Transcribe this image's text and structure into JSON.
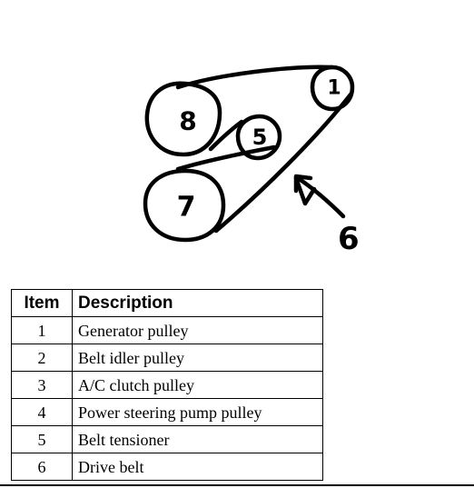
{
  "diagram": {
    "pulley_labels": {
      "p8": "8",
      "p5": "5",
      "p1": "1",
      "p7": "7"
    },
    "pointer_label": "6"
  },
  "table": {
    "headers": {
      "item": "Item",
      "description": "Description"
    },
    "rows": [
      {
        "item": "1",
        "description": "Generator pulley"
      },
      {
        "item": "2",
        "description": "Belt idler pulley"
      },
      {
        "item": "3",
        "description": "A/C clutch pulley"
      },
      {
        "item": "4",
        "description": "Power steering pump pulley"
      },
      {
        "item": "5",
        "description": "Belt tensioner"
      },
      {
        "item": "6",
        "description": "Drive belt"
      }
    ]
  }
}
